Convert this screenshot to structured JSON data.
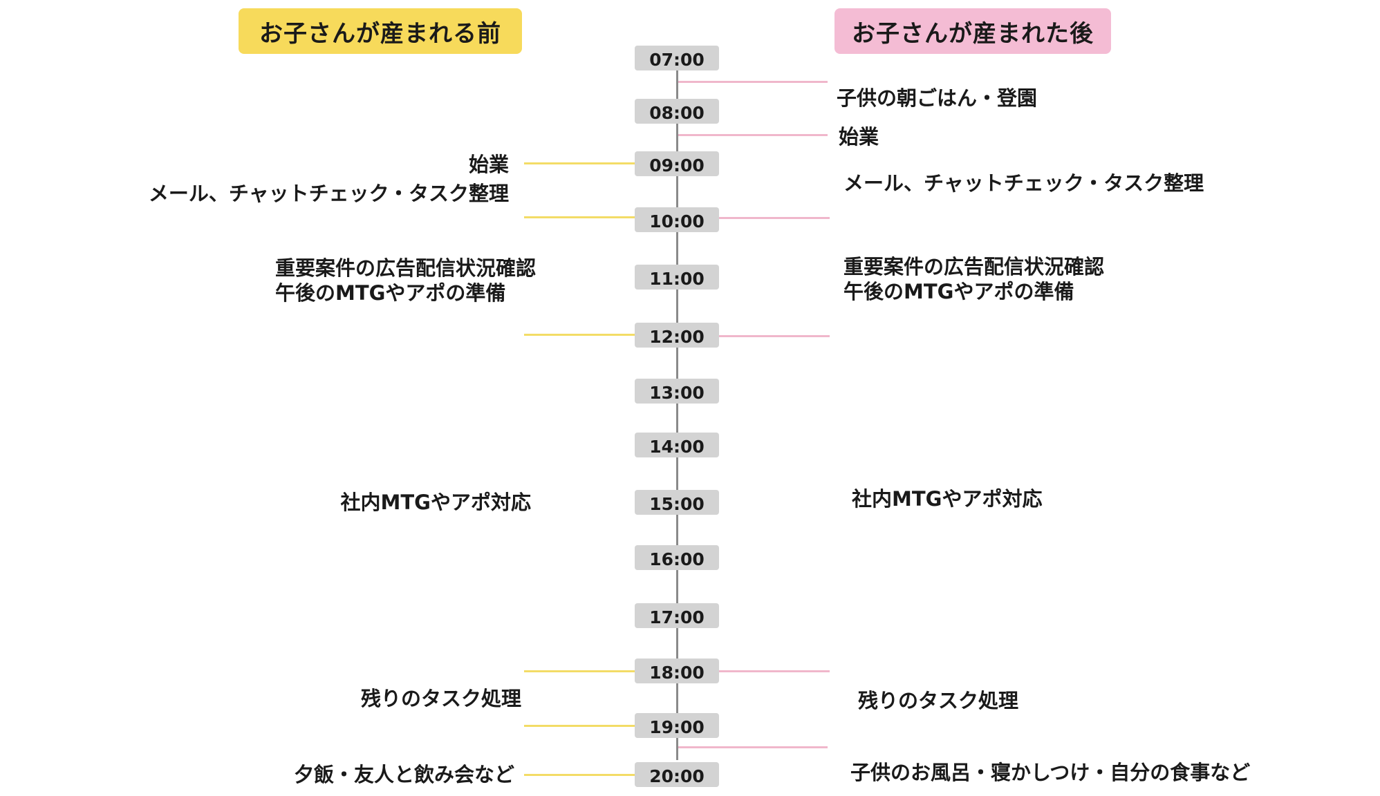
{
  "headers": {
    "before": "お子さんが産まれる前",
    "after": "お子さんが産まれた後"
  },
  "times": [
    "07:00",
    "08:00",
    "09:00",
    "10:00",
    "11:00",
    "12:00",
    "13:00",
    "14:00",
    "15:00",
    "16:00",
    "17:00",
    "18:00",
    "19:00",
    "20:00"
  ],
  "before_events": [
    {
      "lines": [
        "始業"
      ]
    },
    {
      "lines": [
        "メール、チャットチェック・タスク整理"
      ]
    },
    {
      "lines": [
        "重要案件の広告配信状況確認",
        "午後のMTGやアポの準備"
      ]
    },
    {
      "lines": [
        "社内MTGやアポ対応"
      ]
    },
    {
      "lines": [
        "残りのタスク処理"
      ]
    },
    {
      "lines": [
        "夕飯・友人と飲み会など"
      ]
    }
  ],
  "after_events": [
    {
      "lines": [
        "子供の朝ごはん・登園"
      ]
    },
    {
      "lines": [
        "始業"
      ]
    },
    {
      "lines": [
        "メール、チャットチェック・タスク整理"
      ]
    },
    {
      "lines": [
        "重要案件の広告配信状況確認",
        "午後のMTGやアポの準備"
      ]
    },
    {
      "lines": [
        "社内MTGやアポ対応"
      ]
    },
    {
      "lines": [
        "残りのタスク処理"
      ]
    },
    {
      "lines": [
        "子供のお風呂・寝かしつけ・自分の食事など"
      ]
    }
  ],
  "colors": {
    "before_accent": "#f7da5b",
    "after_accent": "#f4bcd4",
    "time_box": "#d3d3d3",
    "axis": "#8a8a8a"
  }
}
